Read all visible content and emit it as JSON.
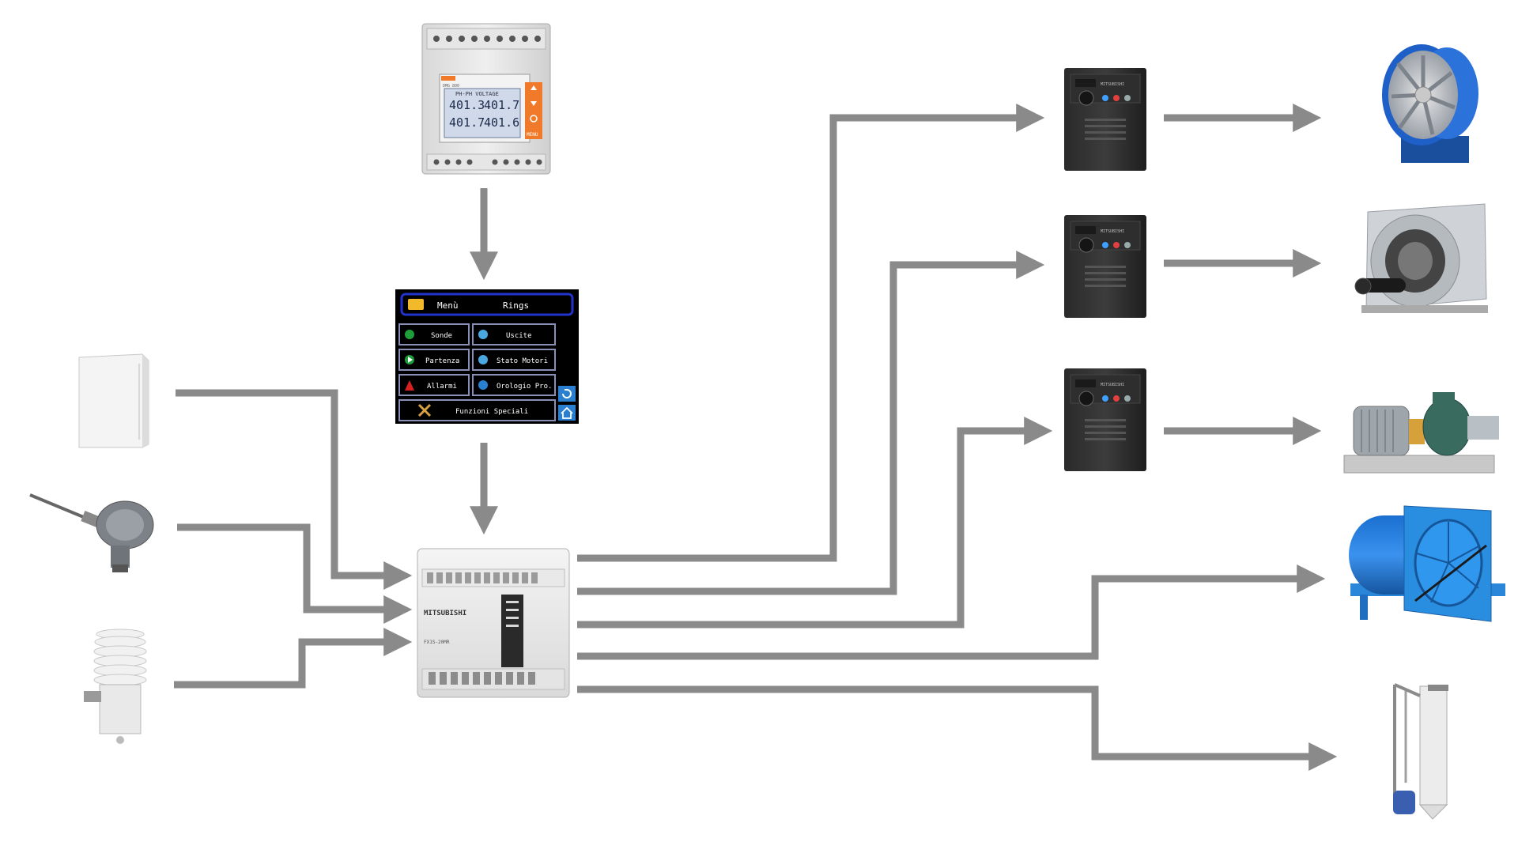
{
  "energy_meter": {
    "header_label": "PH-PH VOLTAGE",
    "readings": [
      "401.3",
      "401.7",
      "401.7",
      "401.6"
    ],
    "side_button": "MENU",
    "model": "DMG 800"
  },
  "hmi": {
    "title_left": "Menù",
    "title_right": "Rings",
    "buttons": [
      "Sonde",
      "Uscite",
      "Partenza",
      "Stato Motori",
      "Allarmi",
      "Orologio Pro.",
      "Funzioni Speciali"
    ]
  },
  "plc": {
    "brand": "MITSUBISHI",
    "model": "FX1S-20MR"
  },
  "inverter": {
    "brand": "MITSUBISHI"
  },
  "colors": {
    "arrow": "#8a8a8a",
    "hmi_bg": "#000000",
    "hmi_border": "#2233cc",
    "fan_blue": "#1f5fc8",
    "industrial_blue": "#2a8ee0"
  },
  "icons": [
    "room-sensor-icon",
    "probe-sensor-icon",
    "weather-sensor-icon",
    "energy-meter-icon",
    "hmi-panel-icon",
    "plc-icon",
    "inverter-icon",
    "axial-fan-icon",
    "centrifugal-fan-icon",
    "pump-motor-icon",
    "blower-icon",
    "dust-collector-icon"
  ]
}
